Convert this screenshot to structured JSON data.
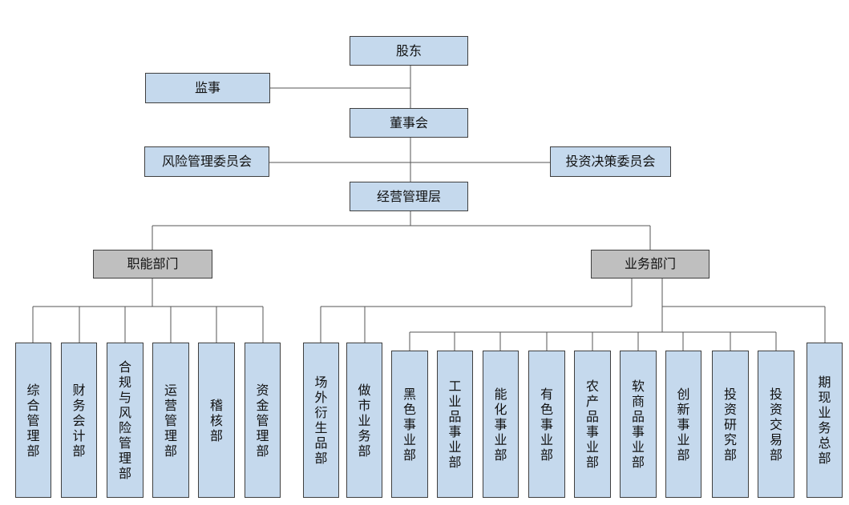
{
  "colors": {
    "node_fill": "#c5d9ed",
    "dept_fill": "#bfbfbf",
    "border": "#3f3f3f",
    "line": "#555555"
  },
  "top": {
    "shareholders": "股东",
    "supervisor": "监事",
    "board": "董事会",
    "risk_committee": "风险管理委员会",
    "investment_committee": "投资决策委员会",
    "management": "经营管理层"
  },
  "branches": {
    "functional": "职能部门",
    "business": "业务部门"
  },
  "functional_depts": [
    "综合管理部",
    "财务会计部",
    "合规与风险管理部",
    "运营管理部",
    "稽核部",
    "资金管理部"
  ],
  "business_direct": [
    "场外衍生品部",
    "做市业务部"
  ],
  "business_units": [
    "黑色事业部",
    "工业品事业部",
    "能化事业部",
    "有色事业部",
    "农产品事业部",
    "软商品事业部",
    "创新事业部",
    "投资研究部",
    "投资交易部"
  ],
  "business_last": [
    "期现业务总部"
  ]
}
